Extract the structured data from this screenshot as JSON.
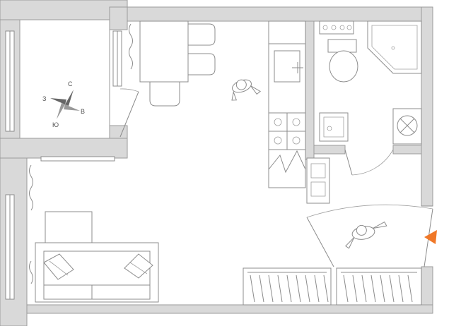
{
  "compass": {
    "north": "С",
    "west": "З",
    "east": "В",
    "south": "Ю"
  },
  "colors": {
    "wall": "#d9d9d9",
    "line": "#8c8c8c",
    "marker": "#f07828"
  },
  "icons": {
    "entrance_marker": "triangle-arrow-icon",
    "compass": "compass-rose-icon"
  }
}
